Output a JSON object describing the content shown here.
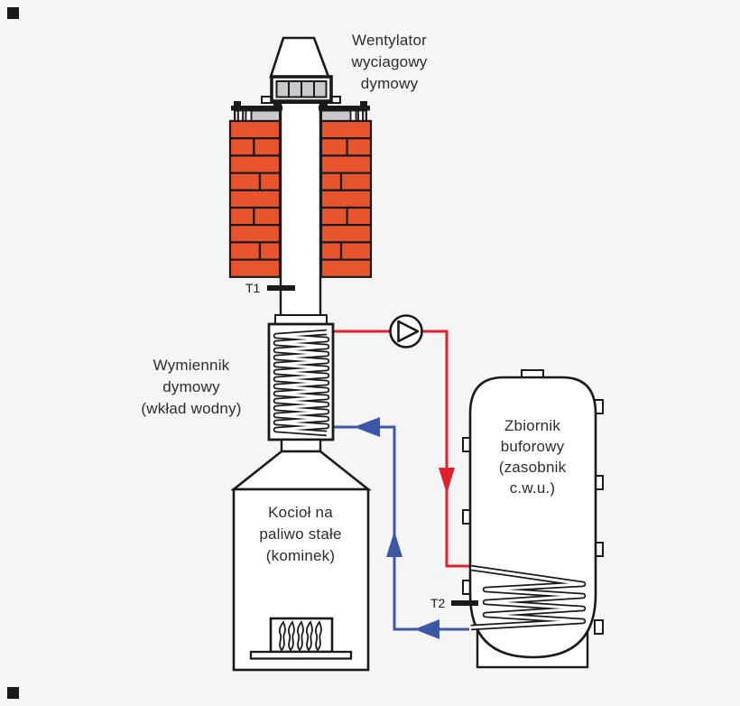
{
  "labels": {
    "fan": "Wentylator\nwyciagowy\ndymowy",
    "exchanger": "Wymiennik\ndymowy\n(wkład wodny)",
    "boiler": "Kocioł na\npaliwo stałe\n(kominek)",
    "tank": "Zbiornik\nbuforowy\n(zasobnik\nc.w.u.)",
    "sensor_t1": "T1",
    "sensor_t2": "T2"
  },
  "colors": {
    "hot_pipe": "#e0202a",
    "cold_pipe": "#3d57a8",
    "brick": "#e8542c",
    "metal": "#c9c9cb",
    "outline": "#1a1a1a",
    "background": "#f5f5f6"
  },
  "icons": {
    "pump": "circulation-pump",
    "flames": "fire-flames",
    "fan_cap": "exhaust-fan-cap"
  }
}
